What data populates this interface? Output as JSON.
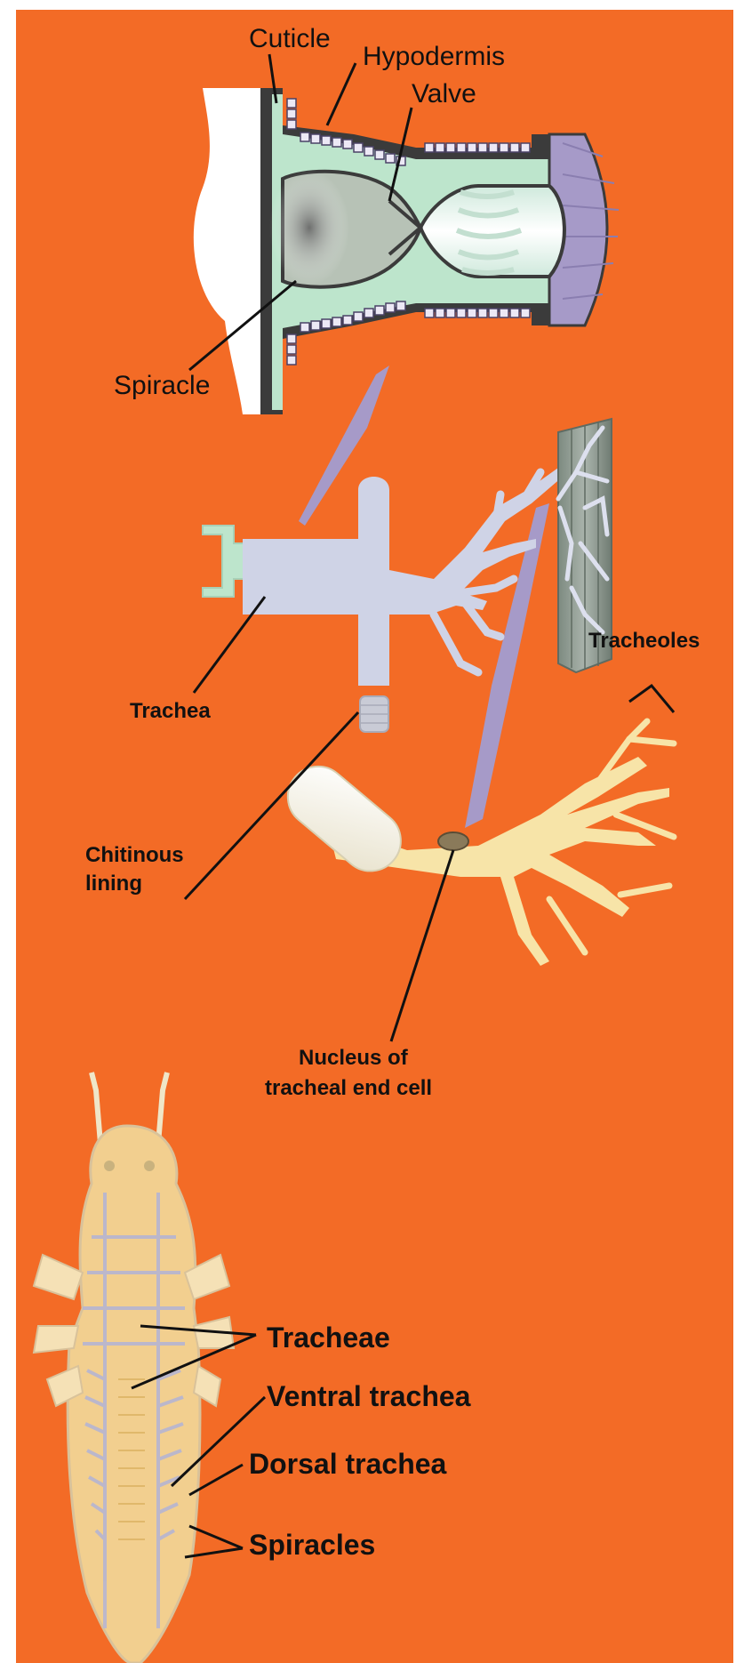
{
  "colors": {
    "background": "#f36b26",
    "cuticle_green": "#bde5cc",
    "dark_outline": "#3a3a3a",
    "purple": "#a69ac8",
    "trachea_blue": "#cfd3e6",
    "tracheole_cream": "#f7e4a8",
    "larva_body": "#f2cf8f"
  },
  "labels": {
    "cuticle": "Cuticle",
    "hypodermis": "Hypodermis",
    "valve": "Valve",
    "spiracle": "Spiracle",
    "trachea": "Trachea",
    "tracheoles": "Tracheoles",
    "chitinous_lining_line1": "Chitinous",
    "chitinous_lining_line2": "lining",
    "nucleus_line1": "Nucleus of",
    "nucleus_line2": "tracheal end cell",
    "tracheae": "Tracheae",
    "ventral_trachea": "Ventral trachea",
    "dorsal_trachea": "Dorsal trachea",
    "spiracles": "Spiracles"
  }
}
